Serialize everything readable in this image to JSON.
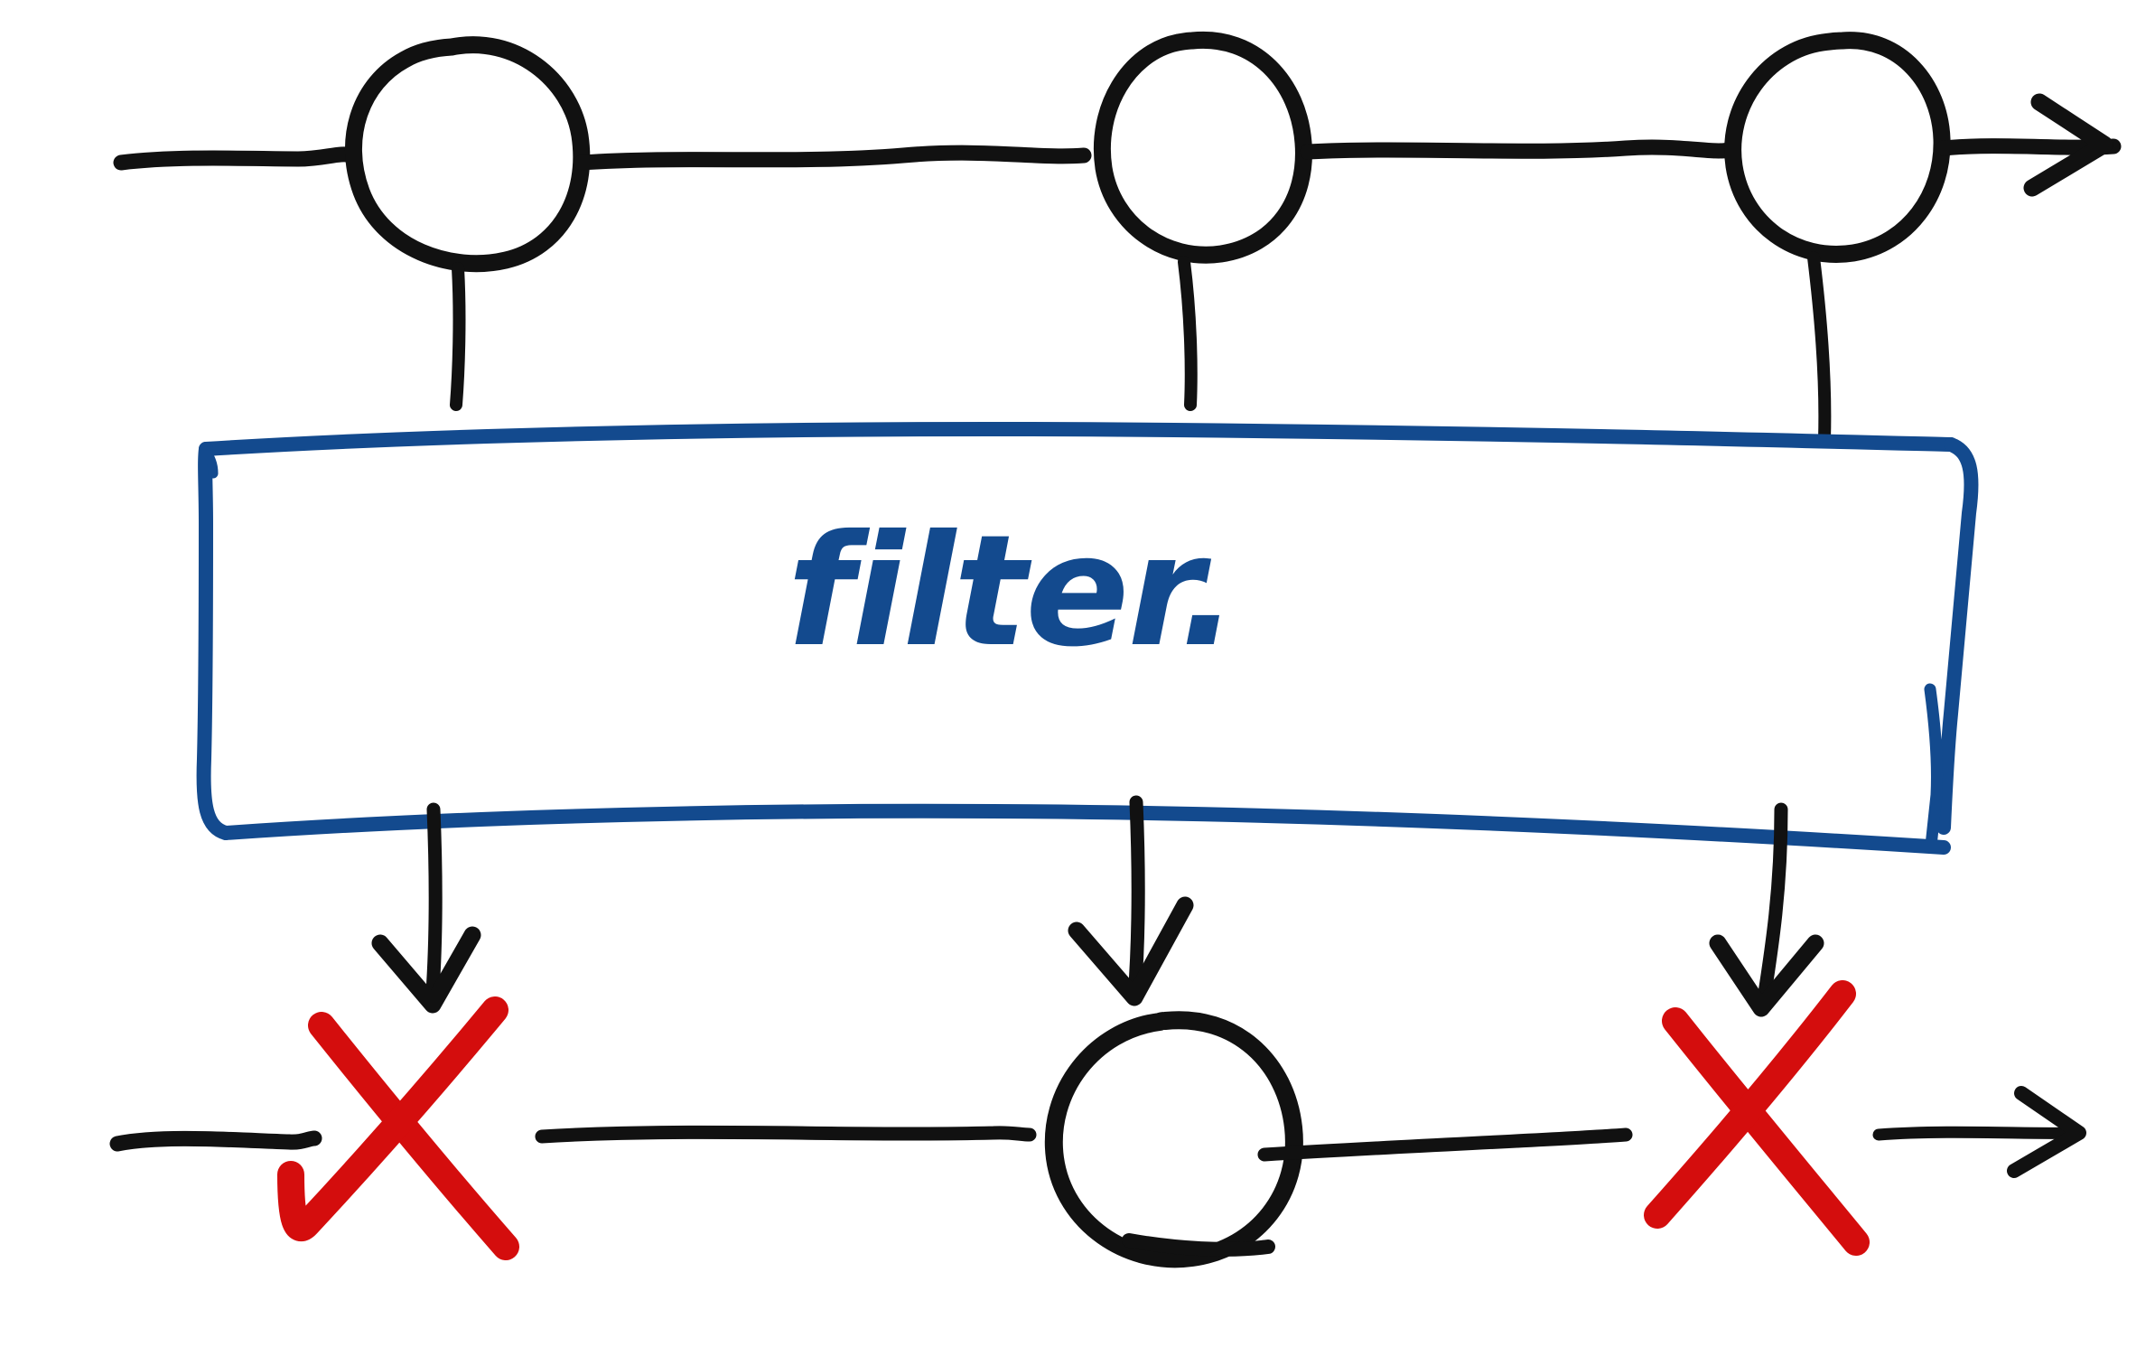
{
  "diagram": {
    "title": "filter",
    "kind": "hand-drawn-sketch",
    "colors": {
      "ink": "#111111",
      "accent_blue": "#134A8E",
      "reject_red": "#D40D0D",
      "background": "#FFFFFF"
    },
    "box": {
      "label": "filter.",
      "stroke_color": "#134A8E",
      "fill": "none"
    },
    "input_stream": {
      "name": "input-stream",
      "direction": "left-to-right",
      "node_count": 3,
      "nodes": [
        {
          "id": "node-1",
          "label": "",
          "shape": "circle",
          "state": "passes-to-filter"
        },
        {
          "id": "node-2",
          "label": "",
          "shape": "circle",
          "state": "passes-to-filter"
        },
        {
          "id": "node-3",
          "label": "",
          "shape": "circle",
          "state": "passes-to-filter"
        }
      ],
      "arrow_end": "right"
    },
    "output_stream": {
      "name": "output-stream",
      "direction": "left-to-right",
      "node_count": 3,
      "nodes": [
        {
          "id": "out-1",
          "label": "",
          "shape": "cross",
          "state": "rejected",
          "marker_color": "#D40D0D"
        },
        {
          "id": "out-2",
          "label": "",
          "shape": "circle",
          "state": "kept",
          "marker_color": "#111111"
        },
        {
          "id": "out-3",
          "label": "",
          "shape": "cross",
          "state": "rejected",
          "marker_color": "#D40D0D"
        }
      ],
      "arrow_end": "right"
    },
    "connectors": {
      "into_filter_count": 3,
      "out_of_filter_count": 3,
      "out_of_filter_style": "arrow-down"
    }
  }
}
